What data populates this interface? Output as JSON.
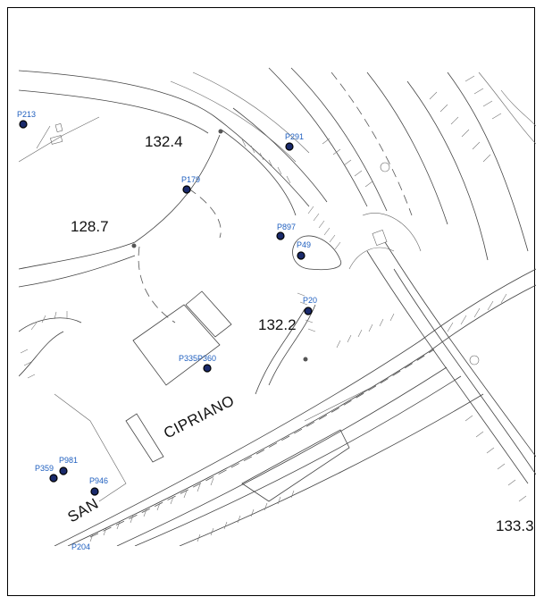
{
  "map": {
    "elevations": [
      "132.4",
      "128.7",
      "132.2",
      "133.3"
    ],
    "streets": [
      "CIPRIANO",
      "SAN"
    ],
    "points": [
      "P213",
      "P291",
      "P179",
      "P897",
      "P49",
      "P20",
      "P335P360",
      "P981",
      "P359",
      "P946",
      "P204"
    ]
  }
}
